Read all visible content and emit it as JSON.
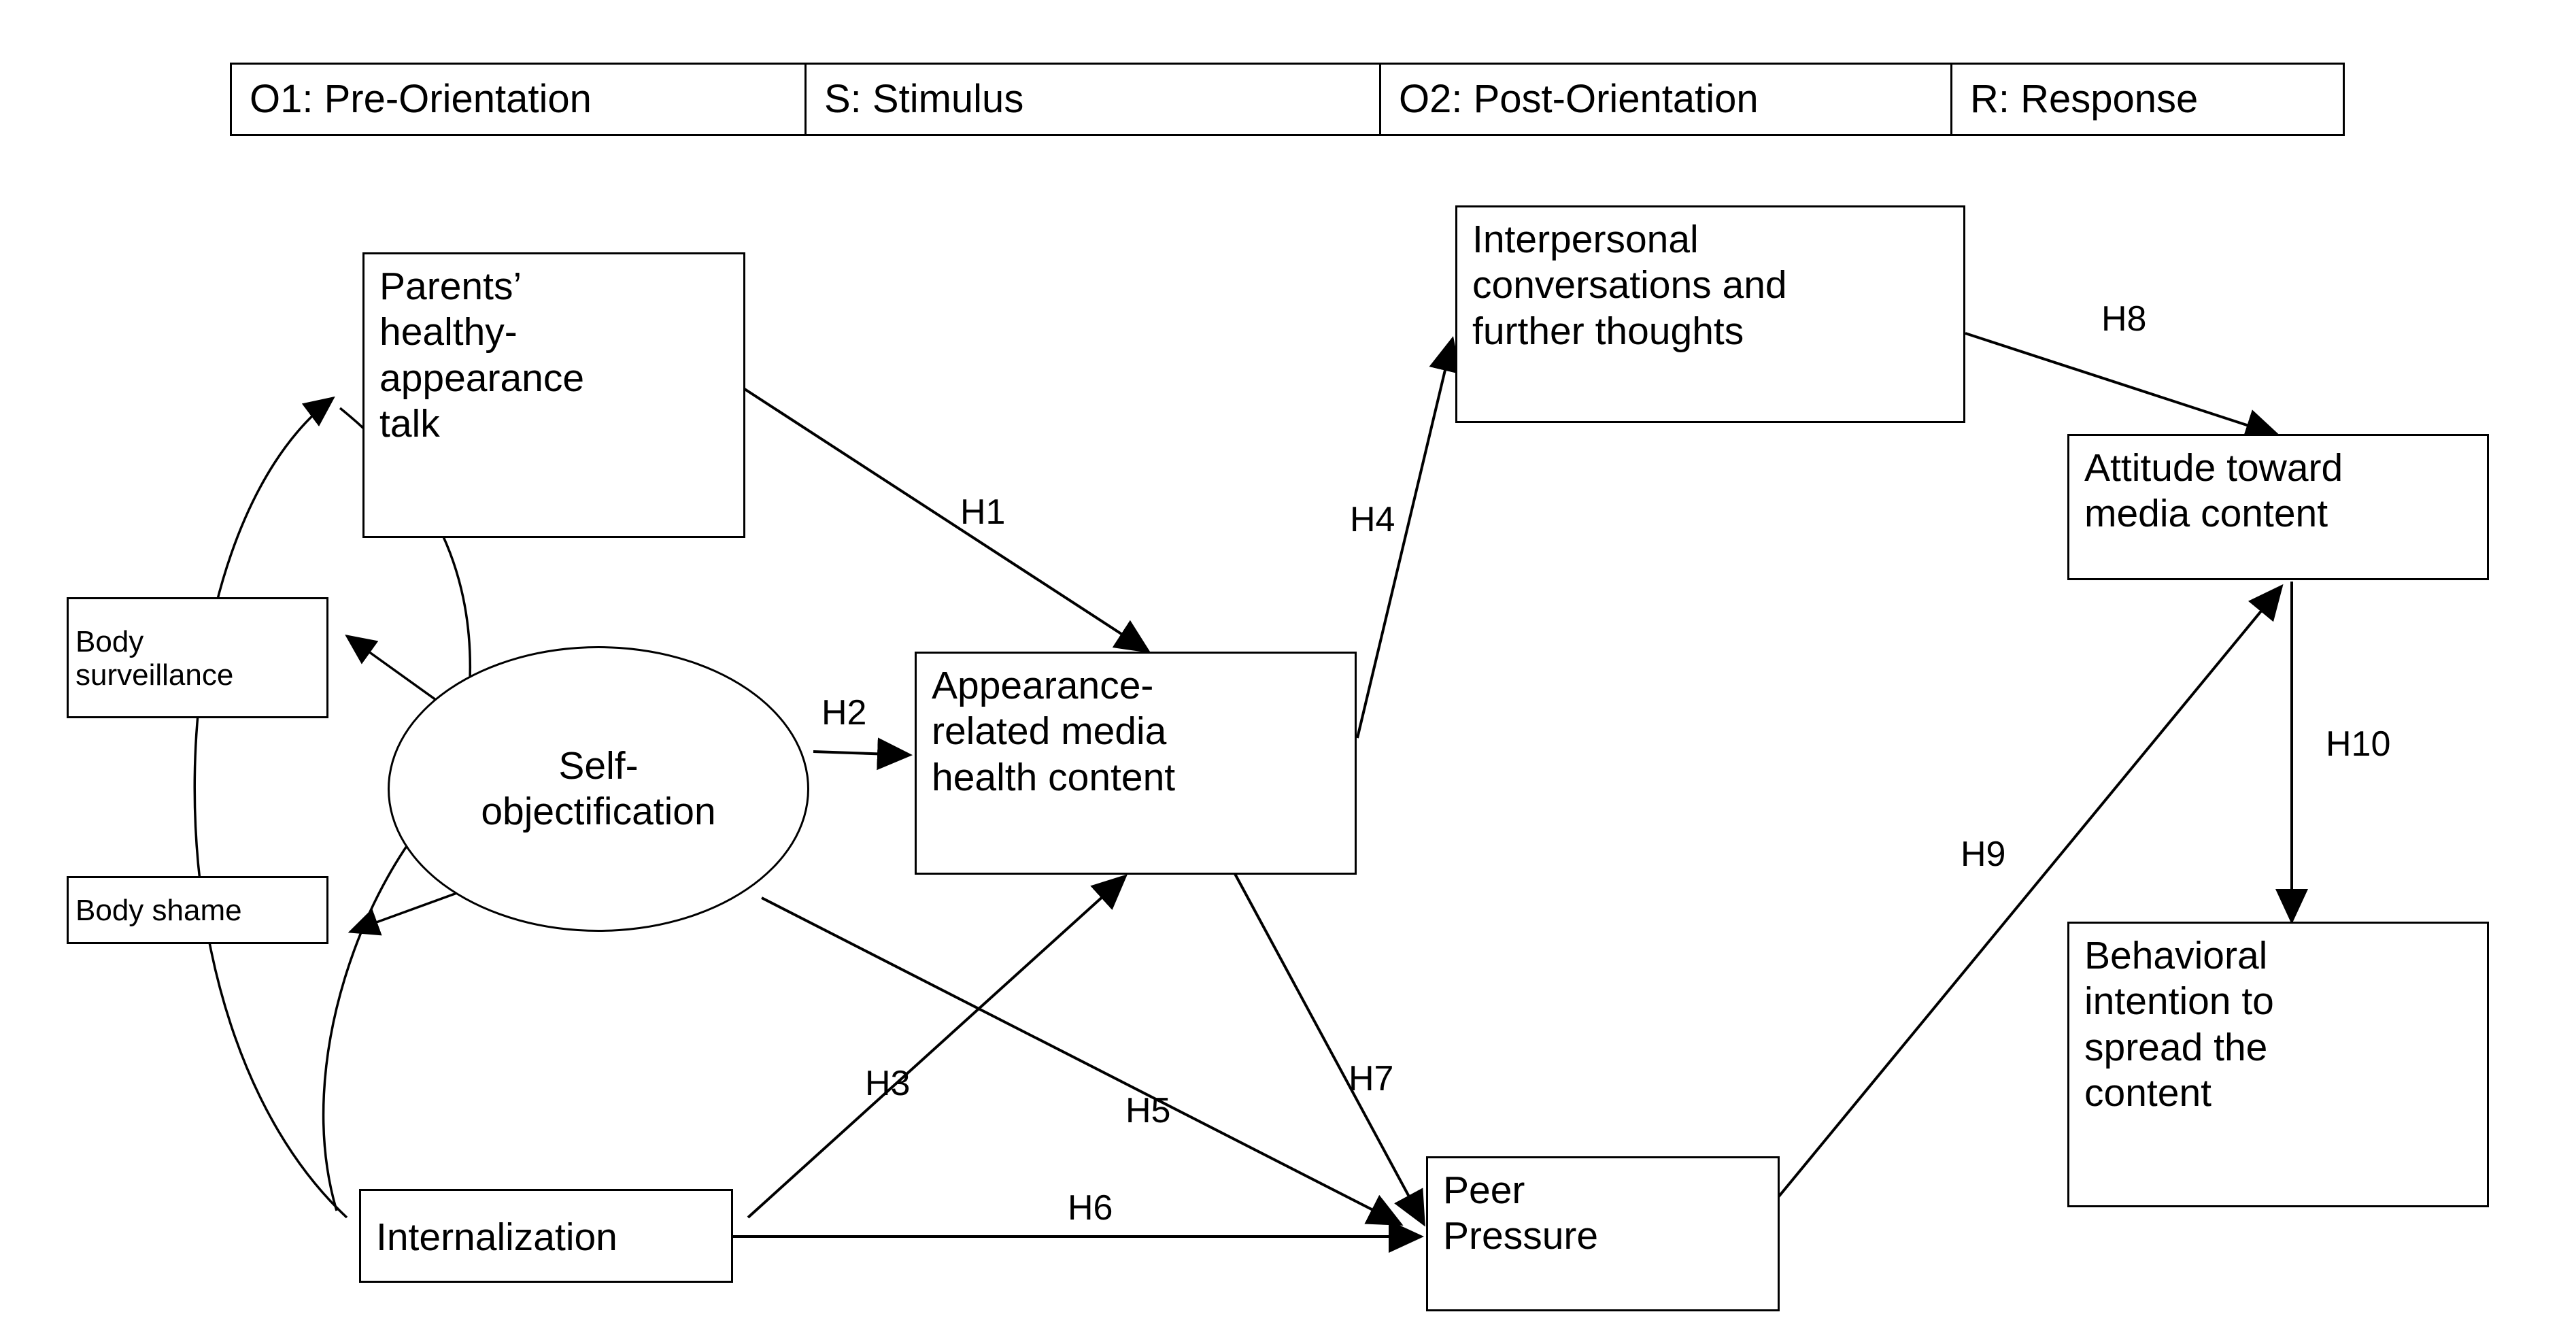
{
  "diagram": {
    "title": "O-S-O-R model of appearance-related media health content",
    "type": "path-model",
    "header_columns": [
      {
        "id": "o1",
        "label": "O1: Pre-Orientation"
      },
      {
        "id": "s",
        "label": "S: Stimulus"
      },
      {
        "id": "o2",
        "label": "O2: Post-Orientation"
      },
      {
        "id": "r",
        "label": "R: Response"
      }
    ],
    "nodes": [
      {
        "id": "parents_talk",
        "shape": "rect",
        "label": "Parents’\nhealthy-\nappearance\ntalk"
      },
      {
        "id": "body_surveillance",
        "shape": "rect",
        "label": "Body\nsurveillance"
      },
      {
        "id": "body_shame",
        "shape": "rect",
        "label": "Body shame"
      },
      {
        "id": "self_objectification",
        "shape": "ellipse",
        "label_line1": "Self-",
        "label_line2": "objectification"
      },
      {
        "id": "internalization",
        "shape": "rect",
        "label": "Internalization"
      },
      {
        "id": "media_content",
        "shape": "rect",
        "label": "Appearance-\nrelated media\nhealth content"
      },
      {
        "id": "interpersonal",
        "shape": "rect",
        "label": "Interpersonal\nconversations and\nfurther thoughts"
      },
      {
        "id": "peer_pressure",
        "shape": "rect",
        "label": "Peer\nPressure"
      },
      {
        "id": "attitude",
        "shape": "rect",
        "label": "Attitude toward\nmedia content"
      },
      {
        "id": "behavioral_intention",
        "shape": "rect",
        "label": "Behavioral\nintention to\nspread the\ncontent"
      }
    ],
    "edges": [
      {
        "id": "h1",
        "label": "H1",
        "from": "parents_talk",
        "to": "media_content",
        "style": "straight-arrow"
      },
      {
        "id": "h2",
        "label": "H2",
        "from": "self_objectification",
        "to": "media_content",
        "style": "straight-arrow"
      },
      {
        "id": "h3",
        "label": "H3",
        "from": "internalization",
        "to": "media_content",
        "style": "straight-arrow"
      },
      {
        "id": "h4",
        "label": "H4",
        "from": "media_content",
        "to": "interpersonal",
        "style": "straight-arrow"
      },
      {
        "id": "h5",
        "label": "H5",
        "from": "self_objectification",
        "to": "peer_pressure",
        "style": "straight-arrow"
      },
      {
        "id": "h6",
        "label": "H6",
        "from": "internalization",
        "to": "peer_pressure",
        "style": "straight-arrow"
      },
      {
        "id": "h7",
        "label": "H7",
        "from": "media_content",
        "to": "peer_pressure",
        "style": "straight-arrow"
      },
      {
        "id": "h8",
        "label": "H8",
        "from": "interpersonal",
        "to": "attitude",
        "style": "straight-arrow"
      },
      {
        "id": "h9",
        "label": "H9",
        "from": "peer_pressure",
        "to": "attitude",
        "style": "straight-arrow"
      },
      {
        "id": "h10",
        "label": "H10",
        "from": "attitude",
        "to": "behavioral_intention",
        "style": "straight-arrow"
      },
      {
        "id": "c1",
        "label": "",
        "from": "self_objectification",
        "to": "body_surveillance",
        "style": "arrow"
      },
      {
        "id": "c2",
        "label": "",
        "from": "self_objectification",
        "to": "body_shame",
        "style": "arrow"
      },
      {
        "id": "c3",
        "label": "",
        "from": "internalization",
        "to": "parents_talk",
        "style": "curve-arrow"
      },
      {
        "id": "c4",
        "label": "",
        "from": "parents_talk",
        "to": "self_objectification",
        "style": "curve-arrow"
      },
      {
        "id": "c5",
        "label": "",
        "from": "internalization",
        "to": "self_objectification",
        "style": "curve-arrow"
      }
    ]
  }
}
